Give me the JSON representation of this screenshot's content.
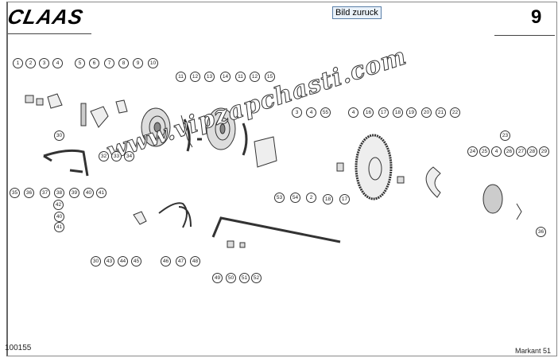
{
  "header": {
    "logo": "CLAAS",
    "back_button": "Bild zuruck",
    "page_number": "9"
  },
  "footer": {
    "drawing_code": "100155",
    "model": "Markant 51"
  },
  "watermark": "www.vipzapchasti.com",
  "callouts": [
    "1",
    "2",
    "3",
    "4",
    "5",
    "6",
    "7",
    "8",
    "9",
    "10",
    "11",
    "12",
    "13",
    "14",
    "11",
    "12",
    "15",
    "3",
    "4",
    "55",
    "4",
    "16",
    "17",
    "18",
    "19",
    "20",
    "21",
    "22",
    "23",
    "24",
    "25",
    "4",
    "26",
    "27",
    "28",
    "29",
    "30",
    "32",
    "33",
    "34",
    "35",
    "36",
    "37",
    "38",
    "39",
    "40",
    "41",
    "53",
    "54",
    "2",
    "18",
    "17",
    "36",
    "42",
    "40",
    "41",
    "30",
    "43",
    "44",
    "45",
    "46",
    "47",
    "48",
    "49",
    "50",
    "51",
    "52"
  ]
}
